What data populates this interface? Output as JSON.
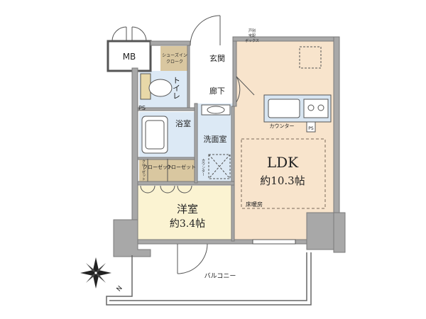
{
  "rooms": {
    "mb": "MB",
    "shoes_in_closet_line1": "シューズイン",
    "shoes_in_closet_line2": "クローク",
    "entrance": "玄関",
    "toilet": "トイレ",
    "hallway": "廊下",
    "ps_left": "PS",
    "ps_right": "PS",
    "bath": "浴室",
    "washroom": "洗面室",
    "counter_wash": "カウンター",
    "closet_small": "クローゼット",
    "closet_1": "クローゼット",
    "closet_2": "クローゼット",
    "western_room": "洋室",
    "western_area": "約3.4帖",
    "ldk": "LDK",
    "ldk_area": "約10.3帖",
    "floor_heating": "床暖房",
    "kitchen_counter": "カウンター",
    "delivery_box_line1": "戸別",
    "delivery_box_line2": "宅配",
    "delivery_box_line3": "ボックス",
    "balcony": "バルコニー",
    "compass_n": "N"
  },
  "colors": {
    "wall": "#7a7a7a",
    "wall_fill": "#a8a8a8",
    "ldk_floor": "#f8e4cc",
    "western_floor": "#fbf3d2",
    "wet_floor": "#dce9f5",
    "closet_floor": "#d9c7a0",
    "kitchen_counter": "#d8e5f1"
  },
  "icons": {
    "compass": "compass-rose-icon",
    "toilet": "toilet-icon",
    "bathtub": "bathtub-icon",
    "sink": "kitchen-sink-icon",
    "stove": "stove-icon",
    "washbasin": "washbasin-icon"
  }
}
